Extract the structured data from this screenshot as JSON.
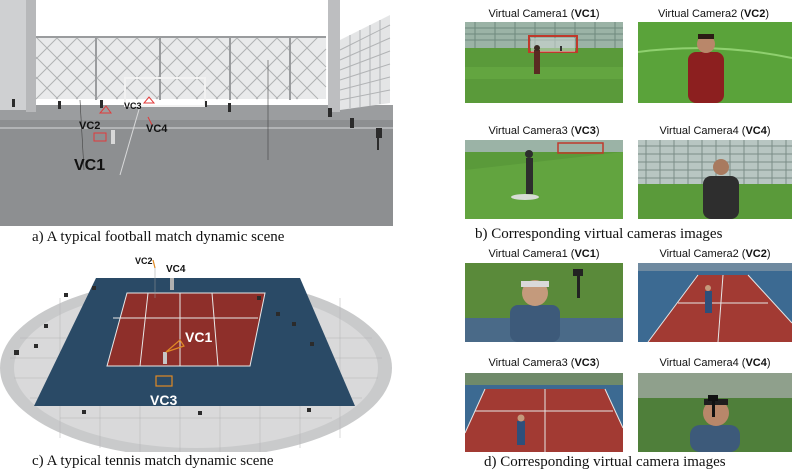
{
  "panel_a": {
    "caption": "a) A typical football match dynamic scene",
    "labels": {
      "vc1": "VC1",
      "vc2": "VC2",
      "vc3": "VC3",
      "vc4": "VC4"
    }
  },
  "panel_b": {
    "caption": "b) Corresponding virtual cameras images",
    "cameras": [
      {
        "prefix": "Virtual Camera1 (",
        "id": "VC1",
        "suffix": ")"
      },
      {
        "prefix": "Virtual Camera2 (",
        "id": "VC2",
        "suffix": ")"
      },
      {
        "prefix": "Virtual Camera3 (",
        "id": "VC3",
        "suffix": ")"
      },
      {
        "prefix": "Virtual Camera4 (",
        "id": "VC4",
        "suffix": ")"
      }
    ]
  },
  "panel_c": {
    "caption": "c) A typical tennis match dynamic scene",
    "labels": {
      "vc1": "VC1",
      "vc2": "VC2",
      "vc3": "VC3",
      "vc4": "VC4"
    }
  },
  "panel_d": {
    "caption": "d) Corresponding virtual camera images",
    "cameras": [
      {
        "prefix": "Virtual Camera1 (",
        "id": "VC1",
        "suffix": ")"
      },
      {
        "prefix": "Virtual Camera2 (",
        "id": "VC2",
        "suffix": ")"
      },
      {
        "prefix": "Virtual Camera3 (",
        "id": "VC3",
        "suffix": ")"
      },
      {
        "prefix": "Virtual Camera4 (",
        "id": "VC4",
        "suffix": ")"
      }
    ]
  },
  "colors": {
    "pitch_green": "#5a9a3a",
    "court_red": "#8e2f2a",
    "court_blue": "#2a4a66",
    "floor_gray": "#8d8f91",
    "camera_marker": "#e23a3a"
  }
}
